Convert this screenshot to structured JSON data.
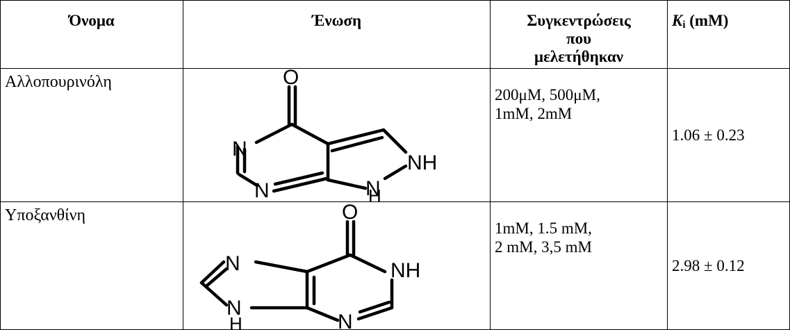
{
  "table": {
    "headers": {
      "name": "Όνομα",
      "compound": "Ένωση",
      "concentrations_line1": "Συγκεντρώσεις",
      "concentrations_line2": "που",
      "concentrations_line3": "μελετήθηκαν",
      "ki_symbol": "K",
      "ki_subscript": "i",
      "ki_unit": " (mM)"
    },
    "rows": [
      {
        "name": "Αλλοπουρινόλη",
        "structure": {
          "atoms": [
            "O",
            "N",
            "N",
            "NH",
            "N",
            "H"
          ]
        },
        "concentrations_line1": "200μM, 500μM,",
        "concentrations_line2": "1mM, 2mM",
        "ki": "1.06 ± 0.23"
      },
      {
        "name": "Υποξανθίνη",
        "structure": {
          "atoms": [
            "O",
            "N",
            "NH",
            "N",
            "N",
            "H"
          ]
        },
        "concentrations_line1": "1mM, 1.5 mM,",
        "concentrations_line2": "2 mM, 3,5 mM",
        "ki": "2.98 ± 0.12"
      }
    ]
  }
}
